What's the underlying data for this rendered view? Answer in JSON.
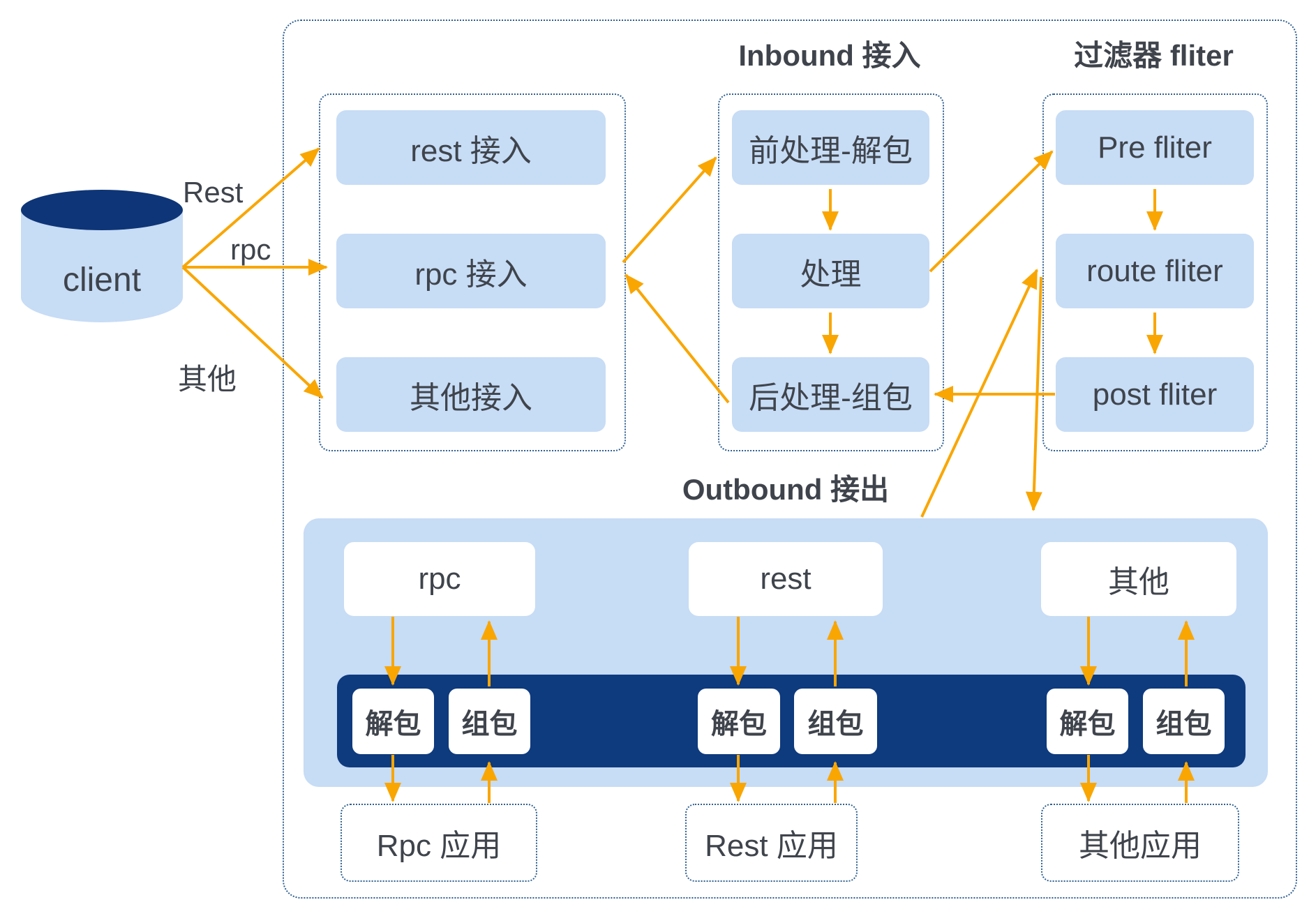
{
  "colors": {
    "arrow": "#F9A602",
    "navy": "#0E3A7E",
    "node_blue": "#C7DCF5",
    "dotted_border": "#2E5E91",
    "text": "#3F444C"
  },
  "client": {
    "label": "client"
  },
  "client_edges": {
    "rest": "Rest",
    "rpc": "rpc",
    "other": "其他"
  },
  "access": {
    "items": [
      {
        "label": "rest 接入"
      },
      {
        "label": "rpc 接入"
      },
      {
        "label": "其他接入"
      }
    ]
  },
  "inbound": {
    "title": "Inbound 接入",
    "items": [
      {
        "label": "前处理-解包"
      },
      {
        "label": "处理"
      },
      {
        "label": "后处理-组包"
      }
    ]
  },
  "filter": {
    "title": "过滤器 fliter",
    "items": [
      {
        "label": "Pre fliter"
      },
      {
        "label": "route fliter"
      },
      {
        "label": "post fliter"
      }
    ]
  },
  "outbound": {
    "title": "Outbound 接出",
    "channels": [
      {
        "label": "rpc",
        "unpack": "解包",
        "pack": "组包",
        "app": "Rpc 应用"
      },
      {
        "label": "rest",
        "unpack": "解包",
        "pack": "组包",
        "app": "Rest 应用"
      },
      {
        "label": "其他",
        "unpack": "解包",
        "pack": "组包",
        "app": "其他应用"
      }
    ]
  }
}
